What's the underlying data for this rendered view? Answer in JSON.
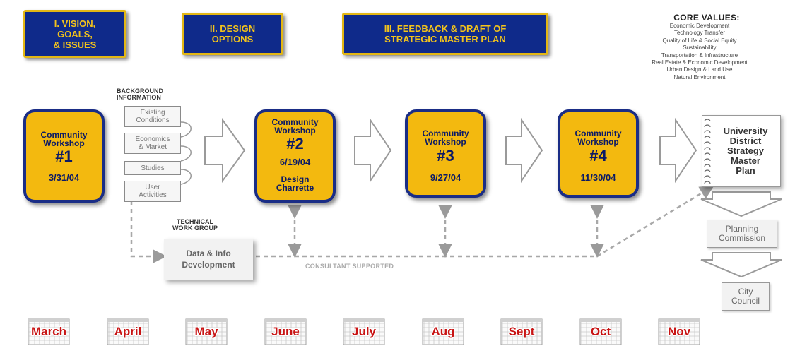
{
  "phases": {
    "p1": [
      "I. VISION,",
      "GOALS,",
      "& ISSUES"
    ],
    "p2": [
      "II.  DESIGN",
      "OPTIONS"
    ],
    "p3": [
      "III. FEEDBACK & DRAFT OF",
      "STRATEGIC MASTER PLAN"
    ]
  },
  "core_values": {
    "title": "CORE VALUES:",
    "items": [
      "Economic Development",
      "Technology Transfer",
      "Quality of Life & Social Equity",
      "Sustainability",
      "Transportation & Infrastructure",
      "Real Estate & Economic Development",
      "Urban Design & Land Use",
      "Natural Environment"
    ]
  },
  "background": {
    "title_l1": "BACKGROUND",
    "title_l2": "INFORMATION",
    "items": [
      [
        "Existing",
        "Conditions"
      ],
      [
        "Economics",
        "& Market"
      ],
      [
        "Studies"
      ],
      [
        "User",
        "Activities"
      ]
    ]
  },
  "workshops": [
    {
      "title_l1": "Community",
      "title_l2": "Workshop",
      "num": "#1",
      "date": "3/31/04",
      "extra_l1": "",
      "extra_l2": ""
    },
    {
      "title_l1": "Community",
      "title_l2": "Workshop",
      "num": "#2",
      "date": "6/19/04",
      "extra_l1": "Design",
      "extra_l2": "Charrette"
    },
    {
      "title_l1": "Community",
      "title_l2": "Workshop",
      "num": "#3",
      "date": "9/27/04",
      "extra_l1": "",
      "extra_l2": ""
    },
    {
      "title_l1": "Community",
      "title_l2": "Workshop",
      "num": "#4",
      "date": "11/30/04",
      "extra_l1": "",
      "extra_l2": ""
    }
  ],
  "technical": {
    "title_l1": "TECHNICAL",
    "title_l2": "WORK GROUP",
    "box_l1": "Data & Info",
    "box_l2": "Development",
    "consultant": "CONSULTANT SUPPORTED"
  },
  "plan": [
    "University",
    "District",
    "Strategy",
    "Master",
    "Plan"
  ],
  "approvals": {
    "planning": [
      "Planning",
      "Commission"
    ],
    "council": [
      "City",
      "Council"
    ]
  },
  "months": [
    "March",
    "April",
    "May",
    "June",
    "July",
    "Aug",
    "Sept",
    "Oct",
    "Nov"
  ],
  "colors": {
    "navy": "#0f2a8a",
    "gold": "#f3b90f",
    "month_red": "#c81414"
  }
}
